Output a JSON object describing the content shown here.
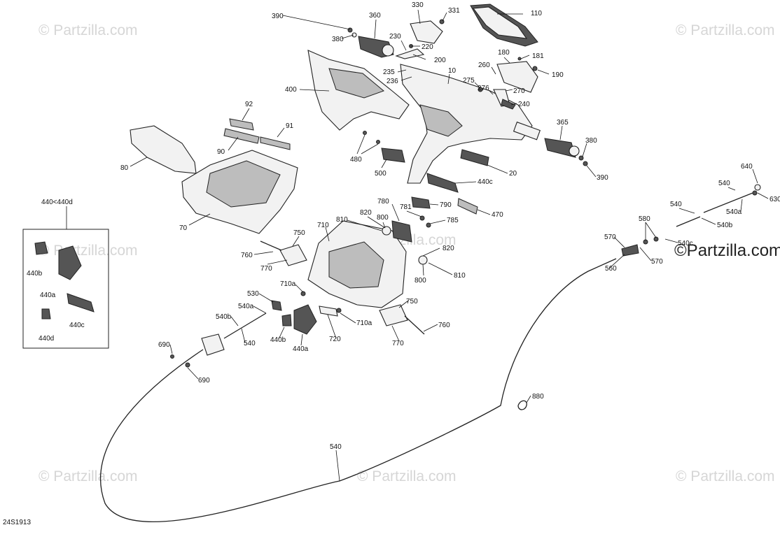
{
  "diagram_code": "24S1913",
  "watermark_text": "© Partzilla.com",
  "watermark_main": "©Partzilla.com",
  "inset_title": "440<440d",
  "parts": {
    "p390": "390",
    "p380": "380",
    "p360": "360",
    "p330": "330",
    "p331": "331",
    "p110": "110",
    "p230": "230",
    "p220": "220",
    "p200": "200",
    "p180": "180",
    "p181": "181",
    "p190": "190",
    "p260": "260",
    "p235": "235",
    "p236": "236",
    "p10": "10",
    "p275": "275",
    "p276": "276",
    "p270": "270",
    "p240": "240",
    "p400": "400",
    "p92": "92",
    "p91": "91",
    "p90": "90",
    "p80": "80",
    "p480": "480",
    "p500": "500",
    "p365": "365",
    "p380b": "380",
    "p390b": "390",
    "p20": "20",
    "p440c": "440c",
    "p470": "470",
    "p790": "790",
    "p785": "785",
    "p781": "781",
    "p780": "780",
    "p820": "820",
    "p800": "800",
    "p810": "810",
    "p710": "710",
    "p750": "750",
    "p760": "760",
    "p770": "770",
    "p820b": "820",
    "p800b": "800",
    "p810b": "810",
    "p70": "70",
    "p640": "640",
    "p540r": "540",
    "p630": "630",
    "p540a_r": "540a",
    "p540_r2": "540",
    "p540b_r": "540b",
    "p580": "580",
    "p570": "570",
    "p540c": "540c",
    "p560": "560",
    "p570b": "570",
    "p440b_in": "440b",
    "p440a_in": "440a",
    "p440c_in": "440c",
    "p440d_in": "440d",
    "p530": "530",
    "p540a": "540a",
    "p710a": "710a",
    "p540b": "540b",
    "p540": "540",
    "p440b": "440b",
    "p440a": "440a",
    "p720": "720",
    "p710a2": "710a",
    "p750b": "750",
    "p760b": "760",
    "p770b": "770",
    "p690": "690",
    "p690b": "690",
    "p880": "880",
    "p540long": "540"
  }
}
